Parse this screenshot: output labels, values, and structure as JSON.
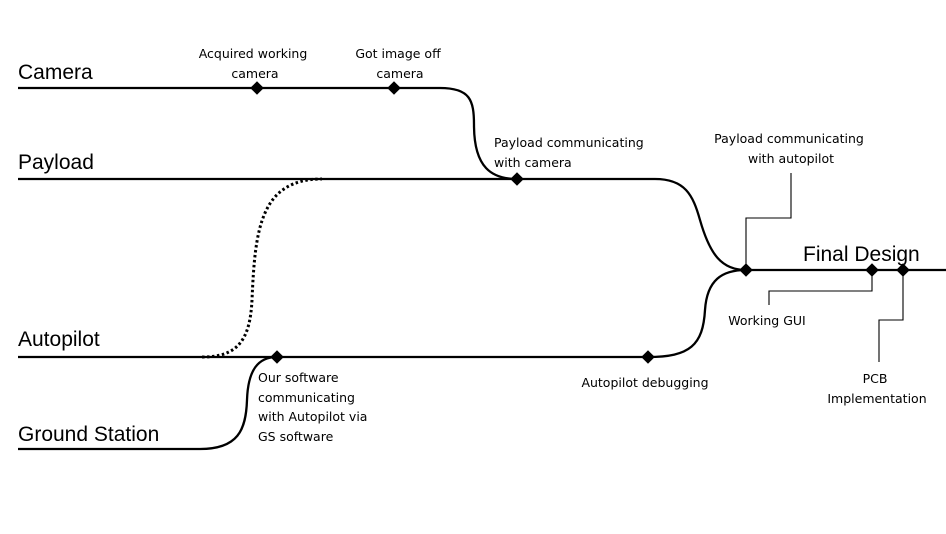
{
  "tracks": {
    "camera": "Camera",
    "payload": "Payload",
    "autopilot": "Autopilot",
    "ground_station": "Ground Station",
    "final_design": "Final Design"
  },
  "milestones": {
    "acquired_camera": [
      "Acquired working",
      "camera"
    ],
    "image_off_camera": [
      "Got image off",
      "camera"
    ],
    "payload_camera": [
      "Payload communicating",
      "with camera"
    ],
    "payload_autopilot": [
      "Payload communicating",
      "with autopilot"
    ],
    "software_autopilot": [
      "Our software",
      "communicating",
      "with Autopilot via",
      "GS software"
    ],
    "autopilot_debugging": [
      "Autopilot debugging"
    ],
    "working_gui": [
      "Working GUI"
    ],
    "pcb": [
      "PCB",
      "Implementation"
    ]
  }
}
